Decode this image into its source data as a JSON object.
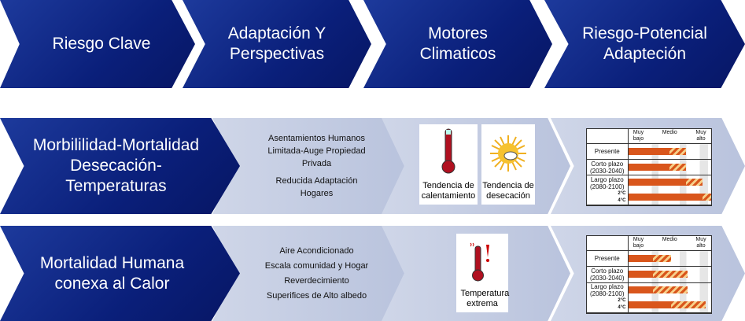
{
  "header": [
    "Riesgo Clave",
    "Adaptación Y Perspectivas",
    "Motores Climaticos",
    "Riesgo-Potencial Adapteción"
  ],
  "rows": [
    {
      "risk": "Morbililidad-Mortalidad Desecación-Temperaturas",
      "adaptation": [
        "Asentamientos Humanos Limitada-Auge Propiedad Privada",
        "Reducida Adaptación Hogares"
      ],
      "drivers": [
        {
          "icon": "thermometer-icon",
          "label": "Tendencia de calentamiento"
        },
        {
          "icon": "sun-icon",
          "label": "Tendencia de desecación"
        }
      ],
      "chart": {
        "levels": [
          "Muy bajo",
          "Medio",
          "Muy alto"
        ],
        "periods": [
          {
            "label": "Presente",
            "bars": [
              {
                "with_adaptation": 0.5,
                "without_adaptation": 0.7
              }
            ]
          },
          {
            "label": "Corto plazo (2030-2040)",
            "bars": [
              {
                "with_adaptation": 0.5,
                "without_adaptation": 0.7
              }
            ]
          },
          {
            "label": "Largo plazo (2080-2100)",
            "bars": [
              {
                "scenario": "2°C",
                "with_adaptation": 0.7,
                "without_adaptation": 0.9
              },
              {
                "scenario": "4°C",
                "with_adaptation": 0.9,
                "without_adaptation": 1.0
              }
            ]
          }
        ]
      }
    },
    {
      "risk": "Mortalidad Humana conexa al Calor",
      "adaptation": [
        "Aire Acondicionado",
        "Escala comunidad y Hogar",
        "Reverdecimiento",
        "Superifices de Alto albedo"
      ],
      "drivers": [
        {
          "icon": "extreme-temperature-icon",
          "label": "Temperatura extrema"
        }
      ],
      "chart": {
        "levels": [
          "Muy bajo",
          "Medio",
          "Muy alto"
        ],
        "periods": [
          {
            "label": "Presente",
            "bars": [
              {
                "with_adaptation": 0.3,
                "without_adaptation": 0.52
              }
            ]
          },
          {
            "label": "Corto plazo (2030-2040)",
            "bars": [
              {
                "with_adaptation": 0.3,
                "without_adaptation": 0.72
              }
            ]
          },
          {
            "label": "Largo plazo (2080-2100)",
            "bars": [
              {
                "scenario": "2°C",
                "with_adaptation": 0.3,
                "without_adaptation": 0.72
              },
              {
                "scenario": "4°C",
                "with_adaptation": 0.52,
                "without_adaptation": 0.93
              }
            ]
          }
        ]
      }
    }
  ],
  "colors": {
    "dark_blue": "#0a1f7a",
    "light_blue": "#c4cce3",
    "bar": "#d9561c",
    "hatch": "#f7d08a"
  }
}
